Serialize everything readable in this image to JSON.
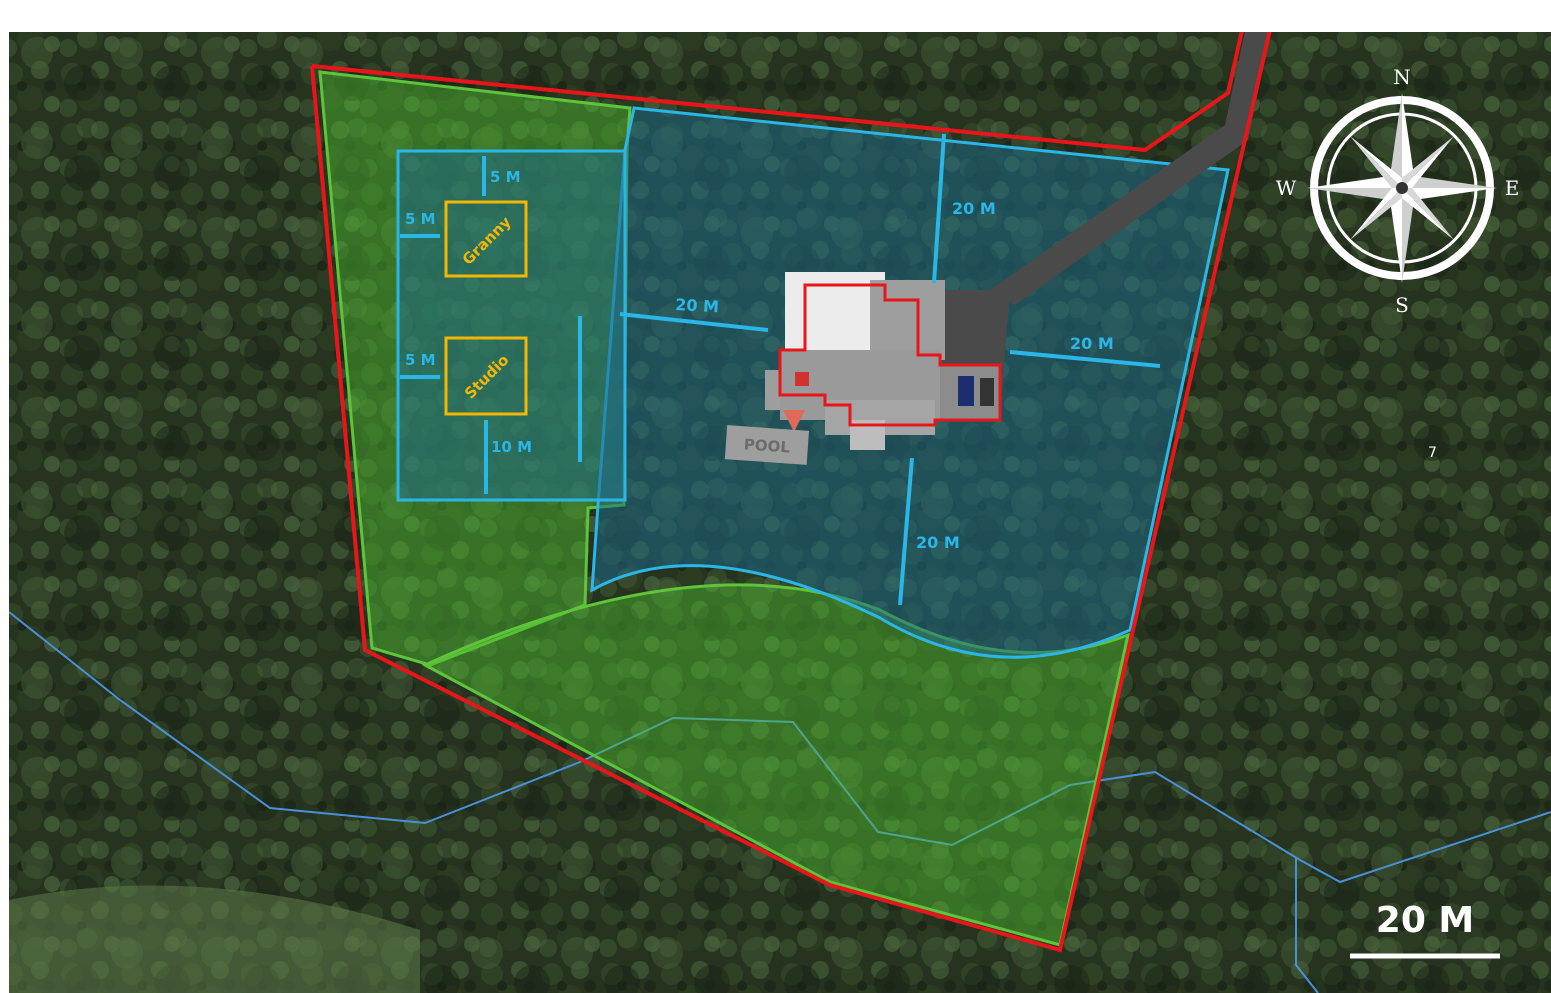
{
  "map": {
    "zones": {
      "setback_5m_top": "5 M",
      "setback_5m_granny_left": "5 M",
      "setback_5m_studio_left": "5 M",
      "setback_10m": "10 M",
      "setback_20m_north": "20 M",
      "setback_20m_west": "20 M",
      "setback_20m_east": "20 M",
      "setback_20m_south": "20 M"
    },
    "buildings": {
      "granny": "Granny",
      "studio": "Studio",
      "pool": "POOL"
    },
    "compass": {
      "n": "N",
      "s": "S",
      "e": "E",
      "w": "W"
    },
    "scale_bar": {
      "label": "20 M"
    },
    "marker": "7",
    "colors": {
      "property_boundary": "#e8161b",
      "buffer_zone": "#5ec43a",
      "building_envelope": "#2bb6e8",
      "outbuilding": "#f2b705",
      "road": "#4a4a4a",
      "contour": "#4a90d9"
    }
  }
}
